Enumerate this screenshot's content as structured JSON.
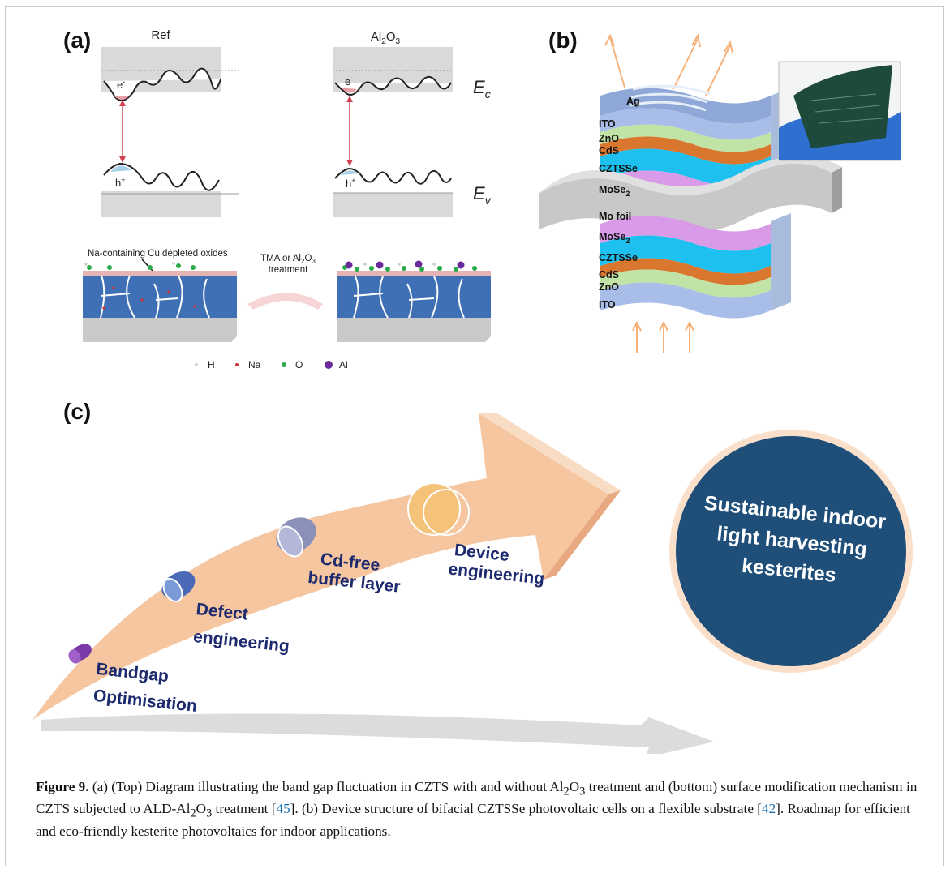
{
  "panels": {
    "a": {
      "label": "(a)",
      "ref_title": "Ref",
      "al2o3_title_main": "Al",
      "al2o3_title_sub1": "2",
      "al2o3_title_mid": "O",
      "al2o3_title_sub2": "3",
      "electron": "e",
      "electron_sup": "-",
      "hole": "h",
      "hole_sup": "+",
      "ec_main": "E",
      "ec_sub": "c",
      "ev_main": "E",
      "ev_sub": "v",
      "oxide_label": "Na-containing Cu depleted oxides",
      "treatment_line1": "TMA or Al",
      "treatment_sub1": "2",
      "treatment_mid": "O",
      "treatment_sub2": "3",
      "treatment_line2": "treatment",
      "legend": [
        "H",
        "Na",
        "O",
        "Al"
      ],
      "colors": {
        "band_gray": "#d9d9d9",
        "band_line": "#222222",
        "electron_fill": "#e8a0a8",
        "hole_fill": "#a8d0e8",
        "arrow": "#d04050",
        "film_blue": "#3f6fb5",
        "substrate_gray": "#c9c9c9",
        "oxide_pink": "#e6b3b3",
        "h_color": "#cccccc",
        "na_color": "#d03030",
        "o_color": "#2aaa4a",
        "al_color": "#6a2a9a"
      }
    },
    "b": {
      "label": "(b)",
      "layers_top": [
        "Ag",
        "ITO",
        "ZnO",
        "CdS",
        "CZTSSe",
        "MoSe",
        "Mo foil"
      ],
      "mose_sub": "2",
      "layers_bottom": [
        "MoSe",
        "CZTSSe",
        "CdS",
        "ZnO",
        "ITO"
      ],
      "colors": {
        "ito": "#a8bde8",
        "zno": "#c2e3a6",
        "cds": "#d9772f",
        "cztsse": "#1ec0f0",
        "mose2": "#d99ae8",
        "mo": "#c8c8c8",
        "ag_top": "#8fa8d8",
        "light": "#f7b27a"
      }
    },
    "c": {
      "label": "(c)",
      "steps": [
        {
          "line1": "Bandgap",
          "line2": "Optimisation",
          "color": "#7a3aa8"
        },
        {
          "line1": "Defect",
          "line2": "engineering",
          "color": "#4a6ab8"
        },
        {
          "line1": "Cd-free",
          "line2": "buffer layer",
          "color": "#8a90b8"
        },
        {
          "line1": "Device",
          "line2": "engineering",
          "color": "#f5c27a"
        }
      ],
      "goal_line1": "Sustainable indoor",
      "goal_line2": "light harvesting",
      "goal_line3": "kesterites",
      "colors": {
        "arrow": "#f5c6a0",
        "shadow": "#d8d8d8",
        "circle": "#1f4e79",
        "text": "#1d2a6e"
      }
    }
  },
  "caption": {
    "label": "Figure 9.",
    "part1": " (a) (Top) Diagram illustrating the band gap fluctuation in CZTS with and without Al",
    "sub1": "2",
    "part2": "O",
    "sub2": "3",
    "part3": " treatment and (bottom) surface modification mechanism in CZTS subjected to ALD-Al",
    "sub3": "2",
    "part4": "O",
    "sub4": "3",
    "part5": " treatment [",
    "ref1": "45",
    "part6": "]. (b) Device structure of bifacial CZTSSe photovoltaic cells on a flexible substrate [",
    "ref2": "42",
    "part7": "]. Roadmap for efficient and eco-friendly kesterite photovoltaics for indoor applications."
  }
}
